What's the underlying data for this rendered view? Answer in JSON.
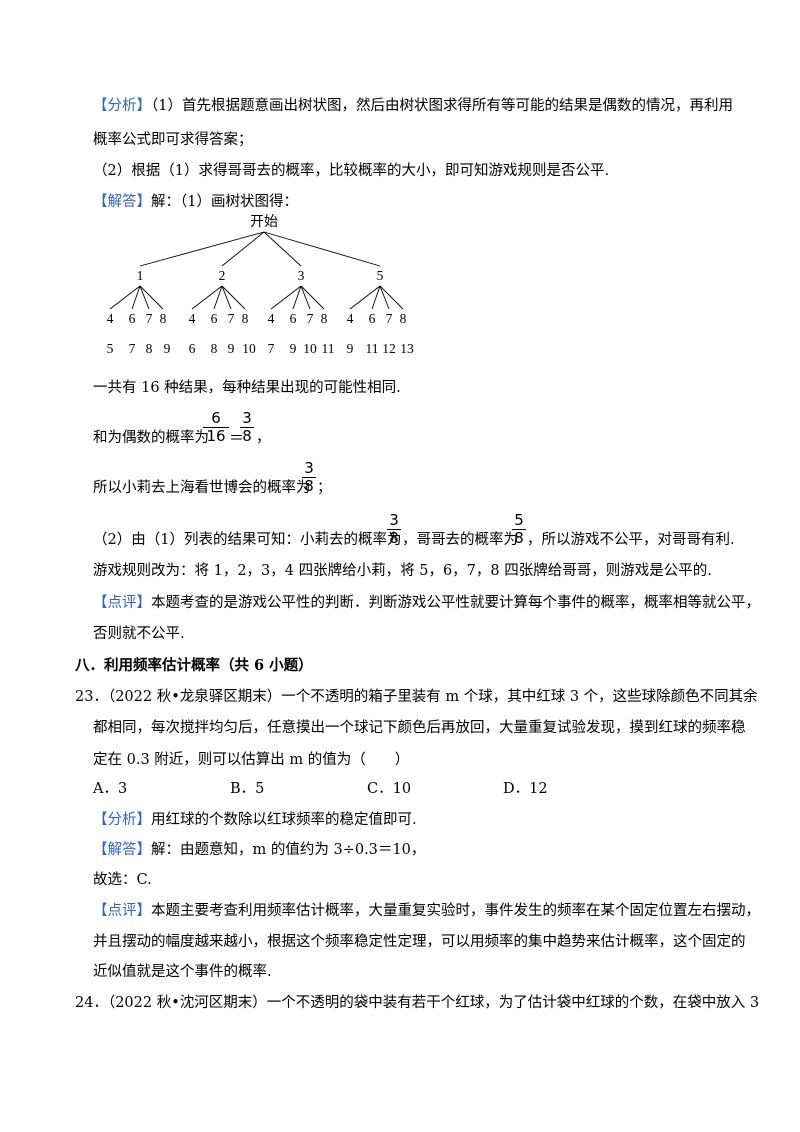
{
  "analysis1": {
    "tag": "【分析】",
    "line1": "（1）首先根据题意画出树状图，然后由树状图求得所有等可能的结果是偶数的情况，再利用",
    "line2": "概率公式即可求得答案；",
    "line3": "（2）根据（1）求得哥哥去的概率，比较概率的大小，即可知游戏规则是否公平."
  },
  "solution1": {
    "tag": "【解答】",
    "line1": "解：（1）画树状图得：",
    "tree": {
      "root": "开始",
      "first": [
        "1",
        "2",
        "3",
        "5"
      ],
      "second_row": [
        "4",
        "6",
        "7",
        "8",
        "4",
        "6",
        "7",
        "8",
        "4",
        "6",
        "7",
        "8",
        "4",
        "6",
        "7",
        "8"
      ],
      "sums_row": [
        "5",
        "7",
        "8",
        "9",
        "6",
        "8",
        "9",
        "10",
        "7",
        "9",
        "10",
        "11",
        "9",
        "11",
        "12",
        "13"
      ]
    },
    "total": "一共有 16 种结果，每种结果出现的可能性相同.",
    "even_prefix": "和为偶数的概率为",
    "even_frac1": {
      "num": "6",
      "den": "16"
    },
    "equals": "＝",
    "even_frac2": {
      "num": "3",
      "den": "8"
    },
    "even_suffix": "，",
    "xiaoli_prefix": "所以小莉去上海看世博会的概率为",
    "xiaoli_frac": {
      "num": "3",
      "den": "8"
    },
    "xiaoli_suffix": "；",
    "part2_prefix": "（2）由（1）列表的结果可知：小莉去的概率为",
    "part2_frac1": {
      "num": "3",
      "den": "8"
    },
    "part2_mid": "，哥哥去的概率为",
    "part2_frac2": {
      "num": "5",
      "den": "8"
    },
    "part2_suffix": "，所以游戏不公平，对哥哥有利.",
    "rule": "游戏规则改为：将 1，2，3，4 四张牌给小莉，将 5，6，7，8 四张牌给哥哥，则游戏是公平的."
  },
  "comment1": {
    "tag": "【点评】",
    "line1": "本题考查的是游戏公平性的判断．判断游戏公平性就要计算每个事件的概率，概率相等就公平，",
    "line2": "否则就不公平."
  },
  "section": {
    "title": "八．利用频率估计概率（共 6 小题）"
  },
  "q23": {
    "line1": "23．（2022 秋•龙泉驿区期末）一个不透明的箱子里装有 m 个球，其中红球 3 个，这些球除颜色不同其余",
    "line2": "都相同，每次搅拌均匀后，任意摸出一个球记下颜色后再放回，大量重复试验发现，摸到红球的频率稳",
    "line3": "定在 0.3 附近，则可以估算出 m 的值为（　　）",
    "options": [
      "A．3",
      "B．5",
      "C．10",
      "D．12"
    ],
    "analysis_tag": "【分析】",
    "analysis": "用红球的个数除以红球频率的稳定值即可.",
    "solution_tag": "【解答】",
    "solution": "解：由题意知，m 的值约为 3÷0.3＝10，",
    "choice": "故选：C.",
    "comment_tag": "【点评】",
    "comment1": "本题主要考查利用频率估计概率，大量重复实验时，事件发生的频率在某个固定位置左右摆动，",
    "comment2": "并且摆动的幅度越来越小，根据这个频率稳定性定理，可以用频率的集中趋势来估计概率，这个固定的",
    "comment3": "近似值就是这个事件的概率."
  },
  "q24": {
    "line1": "24．（2022 秋•沈河区期末）一个不透明的袋中装有若干个红球，为了估计袋中红球的个数，在袋中放入 3"
  }
}
